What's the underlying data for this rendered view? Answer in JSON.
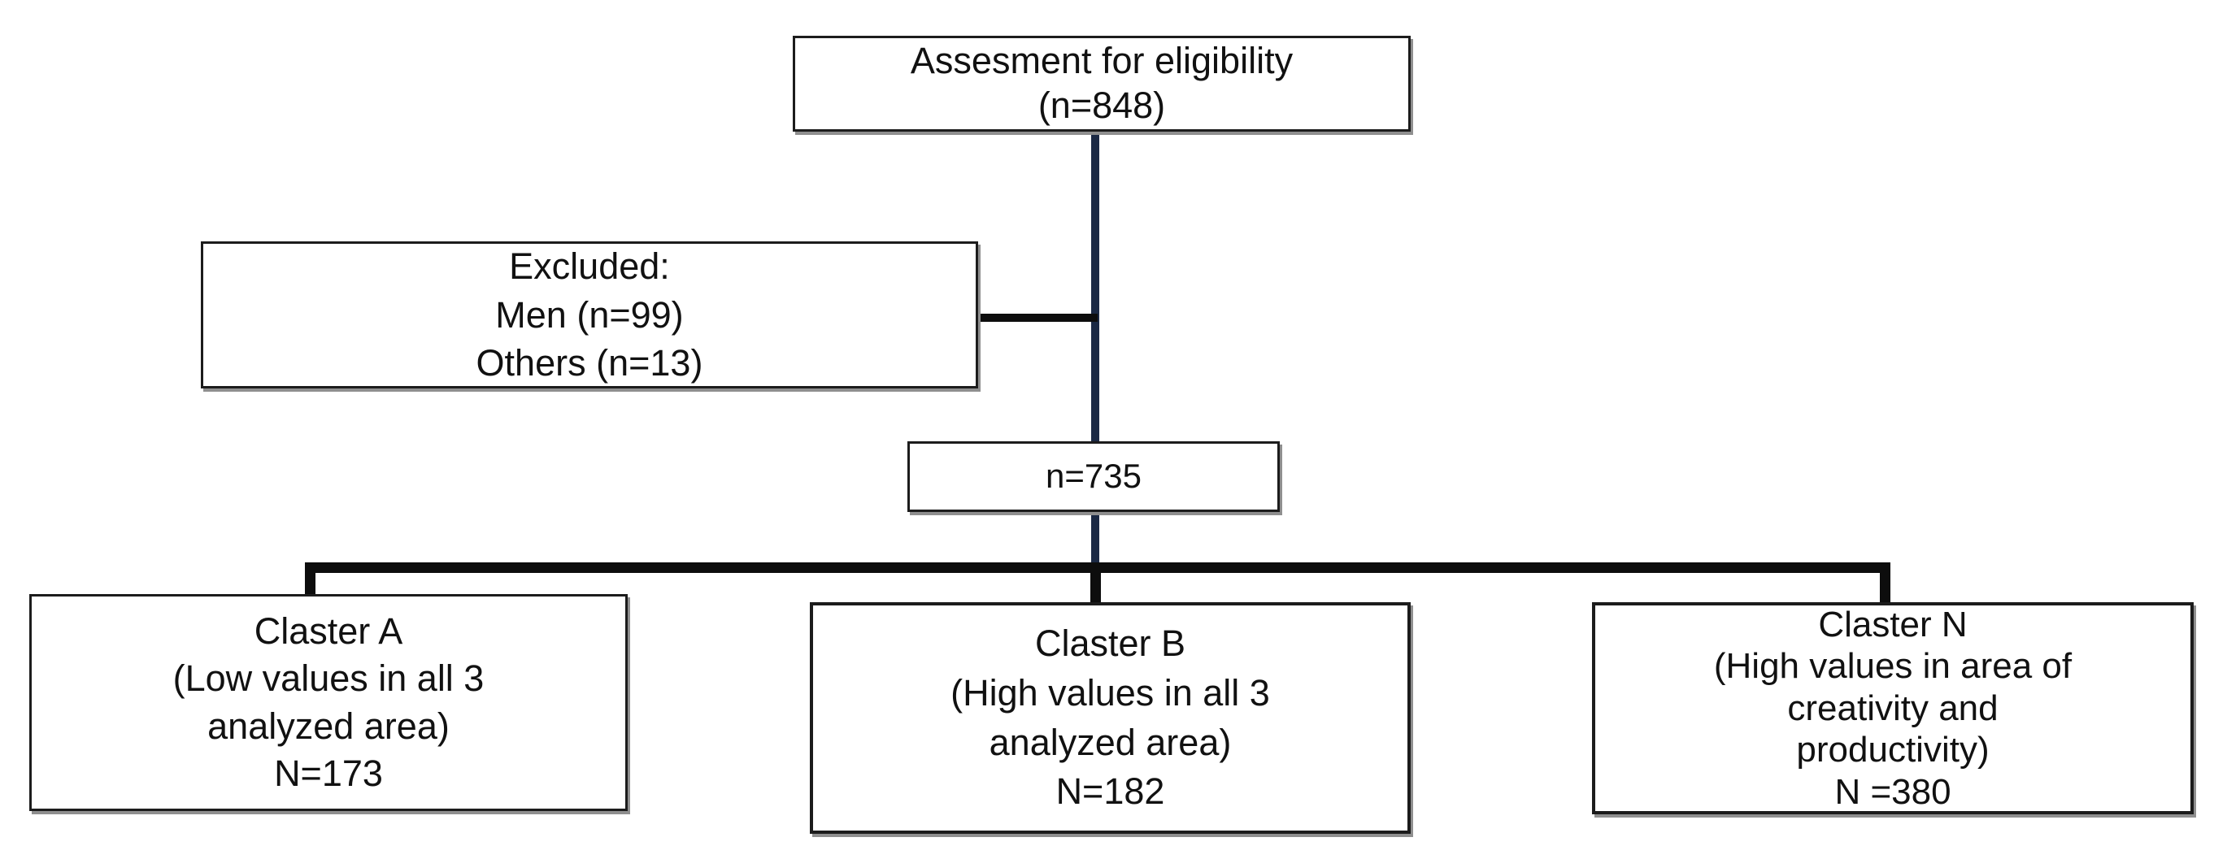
{
  "colors": {
    "background": "#ffffff",
    "text": "#111111",
    "box-border": "#1c1c1c",
    "box-shadow": "#8f8f8f",
    "connector-navy": "#1b2944",
    "connector-black": "#0d0d0d"
  },
  "diagram": {
    "assessment": {
      "text": "Assesment for eligibility\n(n=848)"
    },
    "excluded": {
      "text": "Excluded:\nMen (n=99)\nOthers (n=13)"
    },
    "after_exclusion": {
      "text": "n=735"
    },
    "cluster_a": {
      "text": "Claster A\n(Low values in all 3\nanalyzed area)\nN=173"
    },
    "cluster_b": {
      "text": "Claster B\n(High values in all 3\nanalyzed area)\nN=182"
    },
    "cluster_n": {
      "text": "Claster N\n(High values in area of\ncreativity and\nproductivity)\nN =380"
    }
  }
}
